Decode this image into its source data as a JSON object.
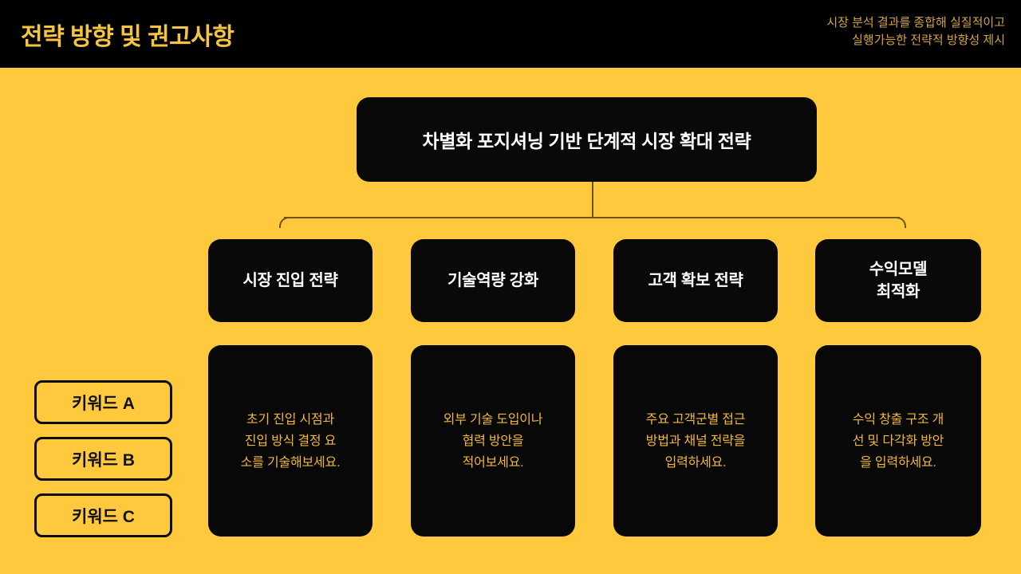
{
  "header": {
    "title": "전략 방향 및 권고사항",
    "subtitle_line1": "시장 분석 결과를 종합해 실질적이고",
    "subtitle_line2": "실행가능한 전략적 방향성 제시",
    "bg_color": "#000000",
    "title_color": "#F5C542",
    "subtitle_color": "#D3A445"
  },
  "slide": {
    "bg_color": "#FFC93E",
    "node_bg_color": "#090909",
    "node_text_color": "#FFFFFF",
    "detail_text_color": "#F0B73A",
    "connector_color": "#6E5312"
  },
  "root": {
    "label": "차별화 포지셔닝 기반 단계적 시장 확대 전략"
  },
  "categories": [
    {
      "label": "시장 진입 전략",
      "label_lines": [
        "시장 진입 전략"
      ],
      "detail": "초기 진입 시점과 진입 방식 결정 요소를 기술해보세요.",
      "detail_lines": [
        "초기 진입 시점과",
        "진입 방식 결정 요",
        "소를 기술해보세요."
      ]
    },
    {
      "label": "기술역량 강화",
      "label_lines": [
        "기술역량 강화"
      ],
      "detail": "외부 기술 도입이나 협력 방안을 적어보세요.",
      "detail_lines": [
        "외부 기술 도입이나",
        "협력 방안을",
        "적어보세요."
      ]
    },
    {
      "label": "고객 확보 전략",
      "label_lines": [
        "고객 확보 전략"
      ],
      "detail": "주요 고객군별 접근 방법과 채널 전략을 입력하세요.",
      "detail_lines": [
        "주요 고객군별 접근",
        "방법과 채널 전략을",
        "입력하세요."
      ]
    },
    {
      "label": "수익모델 최적화",
      "label_lines": [
        "수익모델",
        "최적화"
      ],
      "detail": "수익 창출 구조 개선 및 다각화 방안을 입력하세요.",
      "detail_lines": [
        "수익 창출 구조 개",
        "선 및 다각화 방안",
        "을 입력하세요."
      ]
    }
  ],
  "keywords": [
    {
      "label": "키워드 A"
    },
    {
      "label": "키워드 B"
    },
    {
      "label": "키워드 C"
    }
  ]
}
